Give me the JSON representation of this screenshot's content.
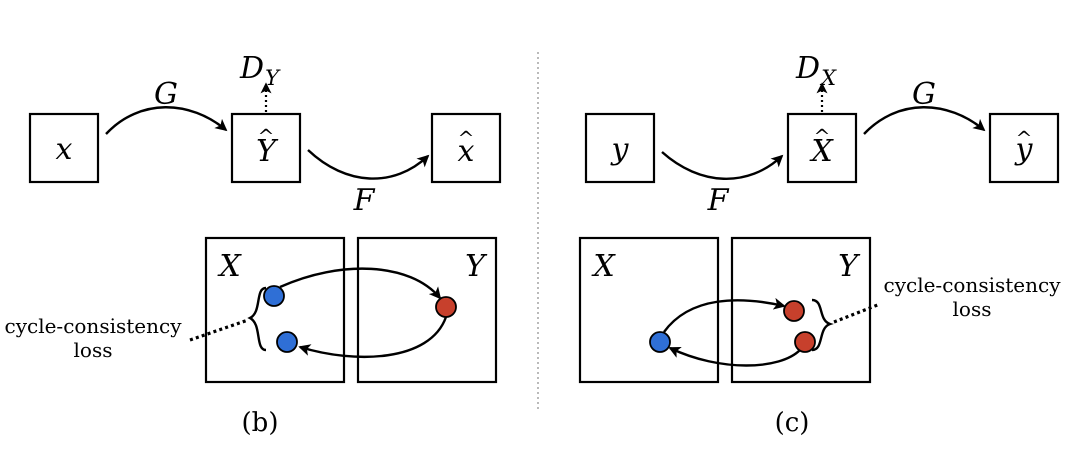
{
  "left_panel": {
    "node_x": "x",
    "node_yhat_base": "Y",
    "node_xhat_base": "x",
    "hat_mark": "^",
    "edge_g": "G",
    "edge_f": "F",
    "disc_base": "D",
    "disc_sub": "Y",
    "domain_x": "X",
    "domain_y": "Y",
    "loss_line1": "cycle-consistency",
    "loss_line2": "loss",
    "caption": "(b)"
  },
  "right_panel": {
    "node_y": "y",
    "node_xhat_base": "X",
    "node_yhat_base": "y",
    "hat_mark": "^",
    "edge_f": "F",
    "edge_g": "G",
    "disc_base": "D",
    "disc_sub": "X",
    "domain_x": "X",
    "domain_y": "Y",
    "loss_line1": "cycle-consistency",
    "loss_line2": "loss",
    "caption": "(c)"
  },
  "colors": {
    "blue_dot": "#2f6fd6",
    "red_dot": "#c7402c",
    "separator": "#8c8c8c"
  }
}
